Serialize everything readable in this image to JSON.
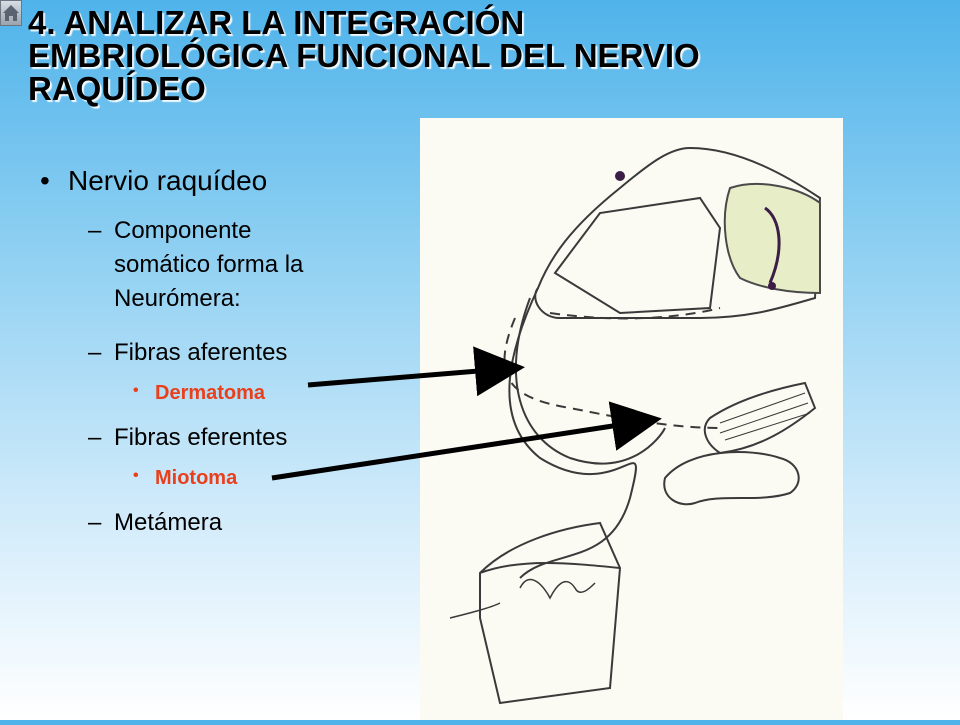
{
  "slide": {
    "title_lines": [
      "4. ANALIZAR LA INTEGRACIÓN",
      "EMBRIOLÓGICA FUNCIONAL DEL NERVIO",
      "RAQUÍDEO"
    ],
    "bullet": {
      "mark": "•",
      "label": "Nervio raquídeo"
    },
    "sub_items": {
      "dash": "–",
      "componente_lines": [
        "Componente",
        "somático forma la",
        "Neurómera:"
      ],
      "fibras_aferentes": "Fibras aferentes",
      "dermatoma": "Dermatoma",
      "fibras_eferentes": "Fibras eferentes",
      "miotoma": "Miotoma",
      "metamera": "Metámera"
    },
    "bullet_mark_small": "•"
  },
  "colors": {
    "highlight": "#ea3f1c",
    "background_top": "#4fb3ea",
    "background_bottom": "#ffffff"
  },
  "icons": {
    "home": "home-icon"
  }
}
